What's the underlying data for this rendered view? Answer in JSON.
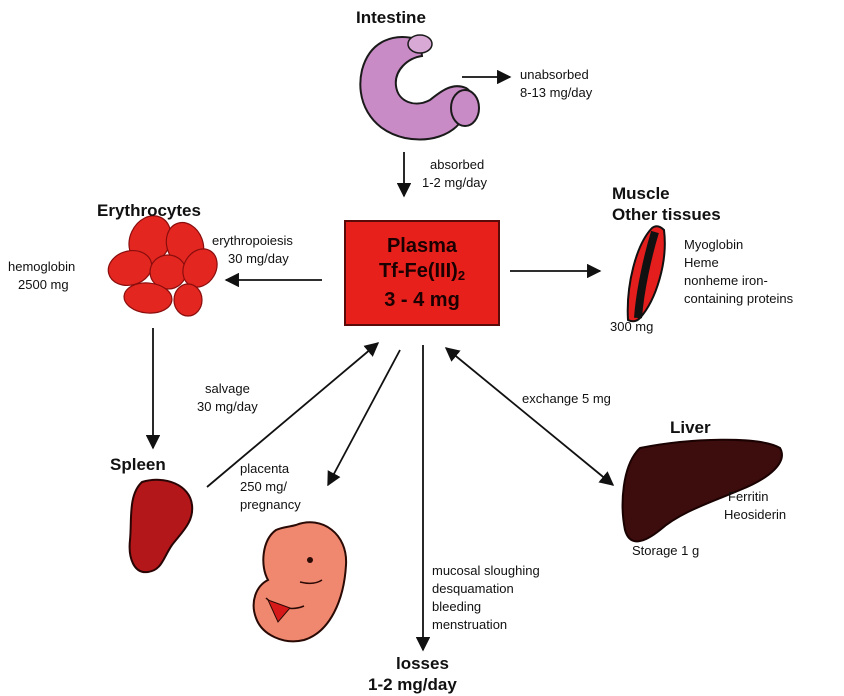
{
  "intestine": {
    "title": "Intestine",
    "unabsorbed": [
      "unabsorbed",
      "8-13 mg/day"
    ],
    "absorbed": [
      "absorbed",
      "1-2 mg/day"
    ]
  },
  "plasma": {
    "line1": "Plasma",
    "line2": "Tf-Fe(III)",
    "line2_sub": "2",
    "line3": "3 - 4 mg"
  },
  "erythrocytes": {
    "title": "Erythrocytes",
    "hemoglobin": [
      "hemoglobin",
      "2500 mg"
    ],
    "erythropoiesis": [
      "erythropoiesis",
      "30 mg/day"
    ]
  },
  "muscle": {
    "title": [
      "Muscle",
      "Other tissues"
    ],
    "amount": "300 mg",
    "contents": [
      "Myoglobin",
      "Heme",
      "nonheme iron-",
      "containing proteins"
    ]
  },
  "spleen": {
    "title": "Spleen",
    "salvage": [
      "salvage",
      "30 mg/day"
    ]
  },
  "placenta": {
    "lines": [
      "placenta",
      "250 mg/",
      "pregnancy"
    ]
  },
  "liver": {
    "title": "Liver",
    "exchange": "exchange 5 mg",
    "contents": [
      "Ferritin",
      "Heosiderin"
    ],
    "storage": "Storage 1 g"
  },
  "losses": {
    "causes": [
      "mucosal sloughing",
      "desquamation",
      "bleeding",
      "menstruation"
    ],
    "title": [
      "losses",
      "1-2 mg/day"
    ]
  },
  "colors": {
    "plasma_red": "#e8201c",
    "rbc_red": "#e3261f",
    "spleen_red": "#b3171a",
    "liver_brown": "#3d0c0c",
    "intestine_pink": "#c98bc6",
    "fetus_salmon": "#f08870"
  }
}
